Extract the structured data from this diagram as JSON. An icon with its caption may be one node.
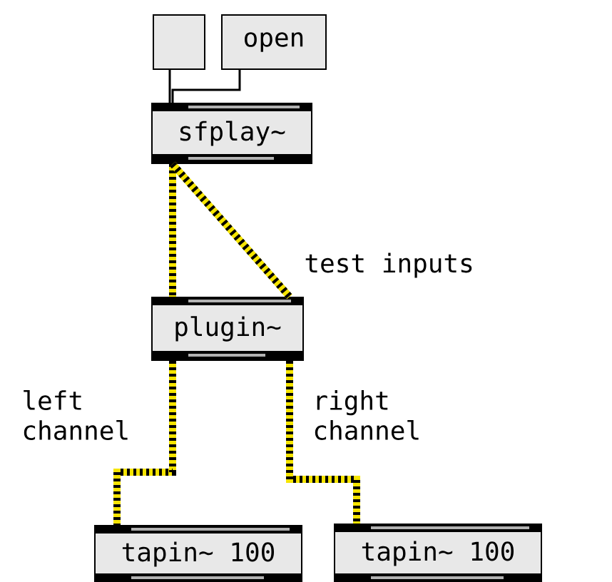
{
  "diagram": {
    "nodes": [
      {
        "text": [],
        "shape": "box"
      },
      {
        "text": [
          "open"
        ]
      },
      {
        "text": [
          "sfplay~"
        ]
      },
      {
        "text": [
          "plugin~"
        ]
      },
      {
        "text": [
          "tapin~ 100"
        ]
      },
      {
        "text": [
          "tapin~ 100"
        ]
      }
    ],
    "edges": [
      {
        "from": 0,
        "to": 2,
        "arrow": "none",
        "color": "#000000"
      },
      {
        "from": 1,
        "to": 2,
        "arrow": "none",
        "color": "#000000"
      },
      {
        "from": 2,
        "to": 3,
        "arrow": "none"
      },
      {
        "from": 2,
        "to": 3,
        "arrow": "none",
        "label": "test inputs"
      },
      {
        "from": 3,
        "to": 4,
        "arrow": "none",
        "label": "left channel"
      },
      {
        "from": 3,
        "to": 5,
        "arrow": "none",
        "label": "right channel"
      }
    ]
  }
}
